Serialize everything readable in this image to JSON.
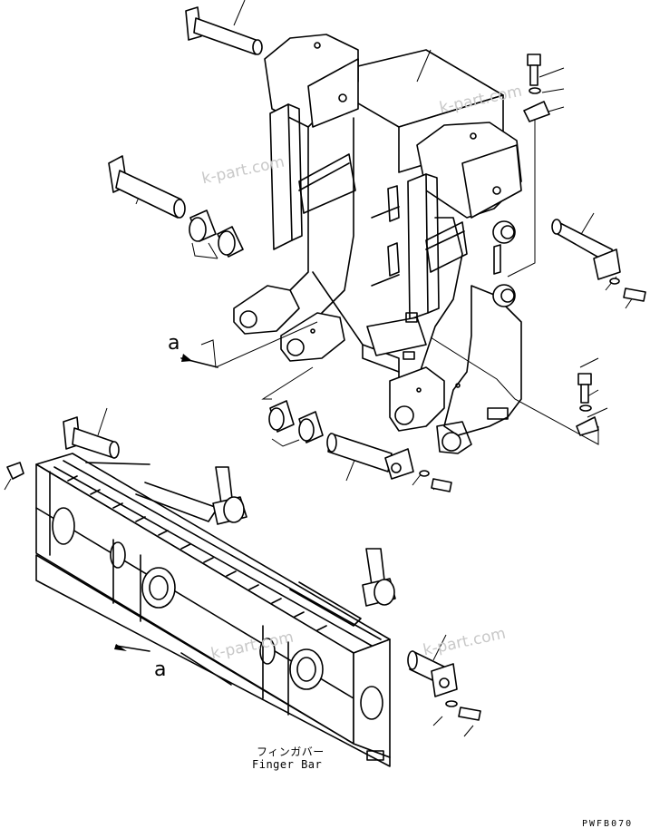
{
  "diagram": {
    "view_labels": [
      "a",
      "a"
    ],
    "part_label_jp": "フィンガバー",
    "part_label_en": "Finger Bar",
    "drawing_code": "PWFB070",
    "watermark": "k-part.com"
  }
}
